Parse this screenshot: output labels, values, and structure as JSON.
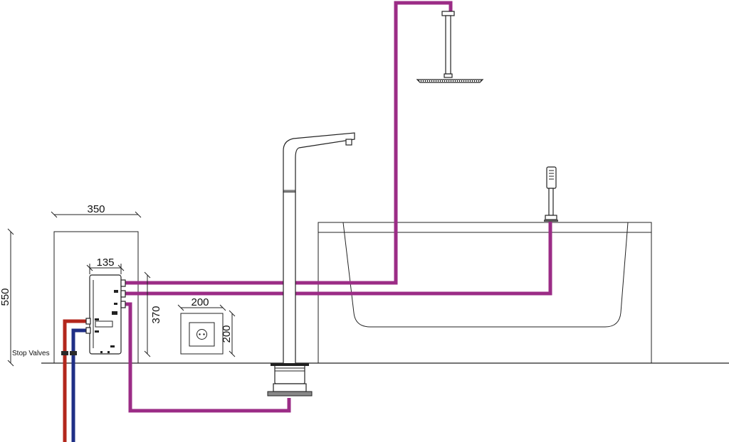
{
  "dimensions": {
    "cabinet_width": "350",
    "unit_width": "135",
    "unit_height": "370",
    "cabinet_height": "550",
    "socket_width": "200",
    "socket_height": "200"
  },
  "labels": {
    "stop_valves": "Stop Valves"
  },
  "colors": {
    "mixed_pipe": "#9b2c86",
    "hot_pipe": "#b3271c",
    "cold_pipe": "#1f2f86",
    "line": "#222222"
  }
}
